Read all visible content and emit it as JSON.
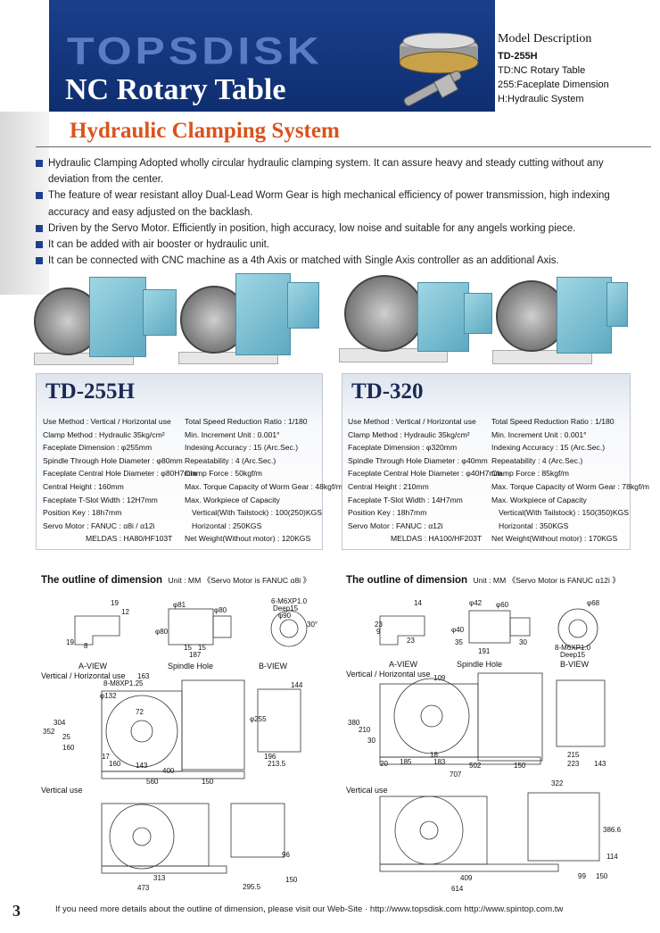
{
  "header": {
    "brand": "TOPSDISK",
    "title": "NC Rotary Table",
    "subtitle": "Hydraulic Clamping System"
  },
  "model_description": {
    "title": "Model Description",
    "code": "TD-255H",
    "lines": [
      "TD:NC Rotary Table",
      "255:Faceplate Dimension",
      "H:Hydraulic System"
    ]
  },
  "bullets": [
    "Hydraulic Clamping Adopted wholly circular hydraulic clamping system. It can assure heavy and steady cutting without  any deviation from the center.",
    "The feature of wear resistant alloy Dual-Lead Worm Gear is high mechanical efficiency of power transmission, high indexing accuracy and easy adjusted on the backlash.",
    "Driven by the Servo Motor. Efficiently in position, high accuracy, low noise and suitable for any angels working piece.",
    "It can be added with air booster or hydraulic unit.",
    "It can be connected with CNC machine as a 4th Axis or matched with Single Axis controller as an additional Axis."
  ],
  "td255": {
    "name": "TD-255H",
    "left": [
      "Use Method : Vertical / Horizontal use",
      "Clamp Method : Hydraulic 35kg/cm²",
      "Faceplate Dimension : φ255mm",
      "Spindle Through Hole Diameter : φ80mm",
      "Faceplate Central Hole Diameter : φ80H7mm",
      "Central Height : 160mm",
      "Faceplate T-Slot Width : 12H7mm",
      "Position Key : 18h7mm",
      "Servo Motor : FANUC : α8i / α12i",
      "MELDAS : HA80/HF103T"
    ],
    "right": [
      "Total Speed Reduction Ratio : 1/180",
      "Min. Increment Unit : 0.001°",
      "Indexing Accuracy : 15 (Arc.Sec.)",
      "Repeatability : 4 (Arc.Sec.)",
      "Clamp Force : 50kgf/m",
      "Max. Torque Capacity of Worm Gear : 48kgf/m",
      "Max. Workpiece of Capacity",
      "Vertical(With Tailstock) : 100(250)KGS",
      "Horizontal : 250KGS",
      "Net Weight(Without motor) : 120KGS"
    ]
  },
  "td320": {
    "name": "TD-320",
    "left": [
      "Use Method : Vertical / Horizontal use",
      "Clamp Method : Hydraulic 35kg/cm²",
      "Faceplate Dimension : φ320mm",
      "Spindle Through Hole Diameter : φ40mm",
      "Faceplate Central Hole Diameter : φ40H7mm",
      "Central Height : 210mm",
      "Faceplate T-Slot Width : 14H7mm",
      "Position Key : 18h7mm",
      "Servo Motor : FANUC : α12i",
      "MELDAS : HA100/HF203T"
    ],
    "right": [
      "Total Speed Reduction Ratio : 1/180",
      "Min. Increment Unit : 0.001°",
      "Indexing Accuracy : 15 (Arc.Sec.)",
      "Repeatability : 4 (Arc.Sec.)",
      "Clamp Force : 85kgf/m",
      "Max. Torque Capacity of Worm Gear : 78kgf/m",
      "Max. Workpiece of Capacity",
      "Vertical(With Tailstock) : 150(350)KGS",
      "Horizontal : 350KGS",
      "Net Weight(Without motor) : 170KGS"
    ]
  },
  "outline": {
    "heading": "The outline of dimension",
    "left_unit": "Unit : MM 《Servo Motor is FANUC α8i 》",
    "right_unit": "Unit : MM 《Servo Motor is FANUC α12i 》",
    "views": [
      "A-VIEW",
      "Spindle Hole",
      "B-VIEW"
    ],
    "vh_label": "Vertical / Horizontal use",
    "v_label": "Vertical use",
    "left_dims": [
      "19",
      "12",
      "19",
      "8",
      "φ81",
      "φ80",
      "φ80",
      "15",
      "15",
      "187",
      "6-M6XP1.0",
      "Deep15",
      "φ90",
      "30°",
      "8-M8XP1.25",
      "163",
      "φ132",
      "72",
      "352",
      "304",
      "25",
      "160",
      "17",
      "160",
      "143",
      "400",
      "560",
      "150",
      "φ255",
      "144",
      "196",
      "213.5",
      "313",
      "473",
      "295.5",
      "150",
      "96"
    ],
    "right_dims": [
      "14",
      "23",
      "9",
      "23",
      "φ42",
      "φ60",
      "φ40",
      "35",
      "191",
      "30",
      "φ68",
      "8-M6XP1.0",
      "Deep15",
      "109",
      "380",
      "210",
      "30",
      "20",
      "185",
      "18",
      "183",
      "502",
      "150",
      "707",
      "215",
      "223",
      "143",
      "322",
      "386.6",
      "114",
      "409",
      "614",
      "99",
      "150"
    ]
  },
  "footer": "If you need more details about the outline of dimension, please visit our Web-Site · http://www.topsdisk.com  http://www.spintop.com.tw",
  "page_number": "3"
}
